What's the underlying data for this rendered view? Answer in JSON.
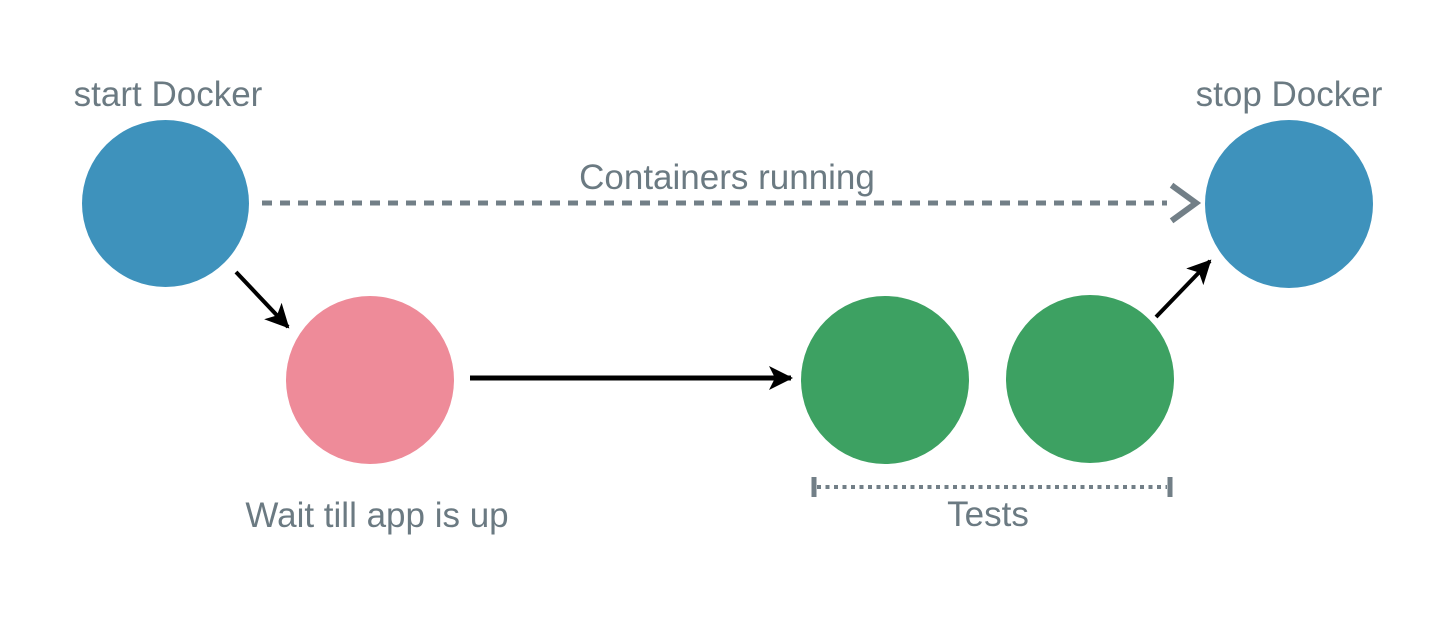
{
  "diagram": {
    "type": "flow-diagram",
    "background": "#ffffff",
    "text_color": "#6b7a82",
    "nodes": {
      "start": {
        "id": "start-docker",
        "label": "start Docker",
        "shape": "circle",
        "color": "#3e92bc"
      },
      "wait": {
        "id": "wait-till-app-is-up",
        "label": "Wait till app is up",
        "shape": "circle",
        "color": "#ee8b99"
      },
      "test1": {
        "id": "test-1",
        "shape": "circle",
        "color": "#3da162"
      },
      "test2": {
        "id": "test-2",
        "shape": "circle",
        "color": "#3da162"
      },
      "stop": {
        "id": "stop-docker",
        "label": "stop Docker",
        "shape": "circle",
        "color": "#3e92bc"
      }
    },
    "edges": {
      "containers_running": {
        "from": "start-docker",
        "to": "stop-docker",
        "style": "dashed",
        "label": "Containers running",
        "color": "#727f87"
      },
      "start_to_wait": {
        "from": "start-docker",
        "to": "wait-till-app-is-up",
        "style": "solid",
        "color": "#000000"
      },
      "wait_to_test1": {
        "from": "wait-till-app-is-up",
        "to": "test-1",
        "style": "solid",
        "color": "#000000"
      },
      "test2_to_stop": {
        "from": "test-2",
        "to": "stop-docker",
        "style": "solid",
        "color": "#000000"
      }
    },
    "annotations": {
      "tests": {
        "label": "Tests",
        "style": "dotted-span-bracket",
        "spans": [
          "test-1",
          "test-2"
        ],
        "color": "#727f87"
      }
    }
  }
}
